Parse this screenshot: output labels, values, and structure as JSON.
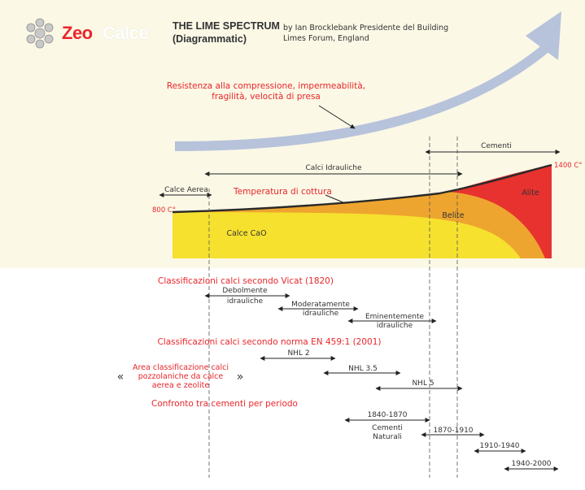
{
  "logo": {
    "part1": "Zeo",
    "part2": "Calce"
  },
  "header": {
    "title_line1": "THE LIME SPECTRUM",
    "title_line2": "(Diagrammatic)",
    "byline_line1": "by Ian Brocklebank Presidente del Building",
    "byline_line2": "Limes Forum, England"
  },
  "arrow_caption": {
    "line1": "Resistenza alla compressione, impermeabilità,",
    "line2": "fragilità, velocità di presa"
  },
  "ranges": {
    "cementi": "Cementi",
    "calci_idrauliche": "Calci Idrauliche",
    "calce_aerea": "Calce Aerea"
  },
  "temperature": {
    "label": "Temperatura di cottura",
    "low": "800 C°",
    "high": "1400 C°"
  },
  "zones": {
    "cao": "Calce CaO",
    "belite": "Belite",
    "alite": "Alite"
  },
  "vicat": {
    "heading": "Classificazioni calci secondo Vicat (1820)",
    "debolmente_1": "Debolmente",
    "debolmente_2": "idrauliche",
    "moderatamente_1": "Moderatamente",
    "moderatamente_2": "idrauliche",
    "eminentemente_1": "Eminentemente",
    "eminentemente_2": "idrauliche"
  },
  "norma": {
    "heading": "Classificazioni calci secondo norma EN 459:1 (2001)",
    "nhl2": "NHL 2",
    "nhl35": "NHL 3.5",
    "nhl5": "NHL 5"
  },
  "pozzolan": {
    "line1": "Area classificazione calci",
    "line2": "pozzolaniche da calce",
    "line3": "aerea e zeolite"
  },
  "cementi_periodi": {
    "heading": "Confronto tra cementi per periodo",
    "p1": "1840-1870",
    "p1_sub1": "Cementi",
    "p1_sub2": "Naturali",
    "p2": "1870-1910",
    "p3": "1910-1940",
    "p4": "1940-2000"
  },
  "colors": {
    "red_text": "#e8262b",
    "yellow": "#f6e12e",
    "orange": "#eea52f",
    "red_zone": "#e8322f",
    "arrow": "#b7c3db",
    "panel": "#fbf8e6"
  }
}
